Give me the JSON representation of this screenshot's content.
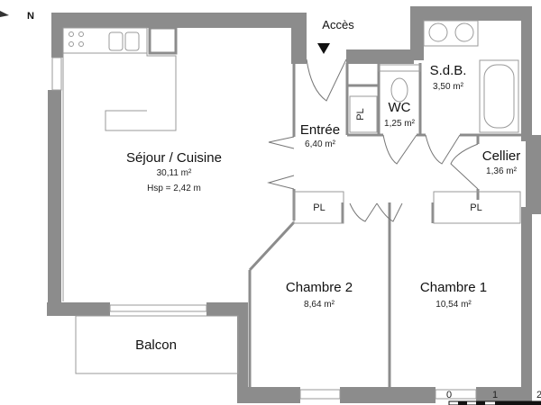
{
  "compass": {
    "label": "N"
  },
  "access": {
    "label": "Accès"
  },
  "rooms": {
    "sejour": {
      "name": "Séjour / Cuisine",
      "area": "30,11 m²",
      "height": "Hsp = 2,42 m"
    },
    "entree": {
      "name": "Entrée",
      "area": "6,40 m²"
    },
    "wc": {
      "name": "WC",
      "area": "1,25 m²"
    },
    "sdb": {
      "name": "S.d.B.",
      "area": "3,50 m²"
    },
    "cellier": {
      "name": "Cellier",
      "area": "1,36 m²"
    },
    "chambre2": {
      "name": "Chambre 2",
      "area": "8,64 m²"
    },
    "chambre1": {
      "name": "Chambre 1",
      "area": "10,54 m²"
    },
    "balcon": {
      "name": "Balcon"
    }
  },
  "closets": {
    "entree": "PL",
    "chambre2": "PL",
    "chambre1": "PL"
  },
  "scale": {
    "ticks": [
      "0",
      "1",
      "2"
    ]
  },
  "colors": {
    "wall": "#8c8c8c"
  }
}
